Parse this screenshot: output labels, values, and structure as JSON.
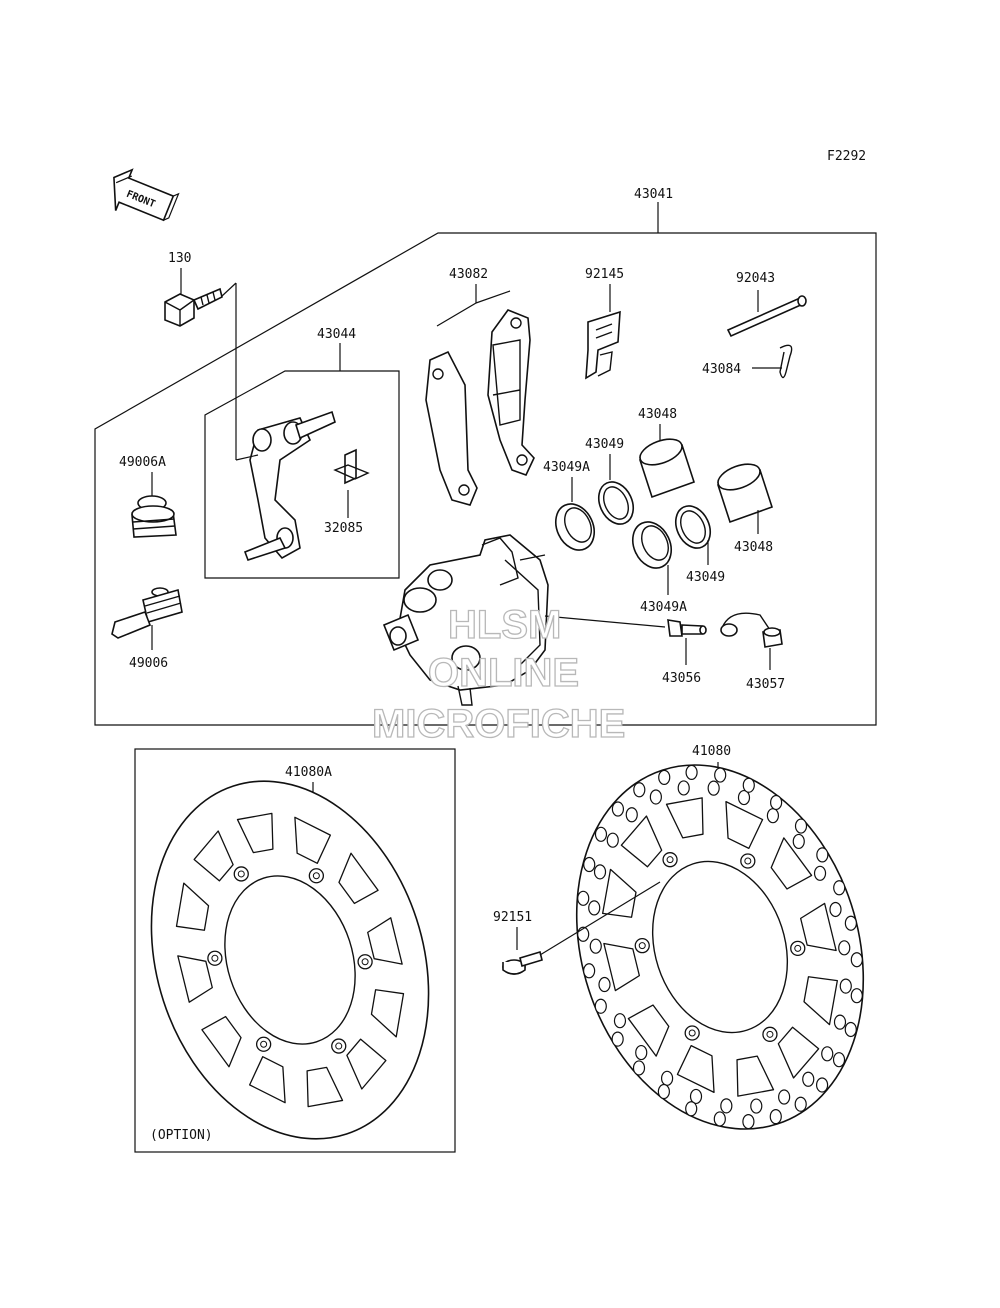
{
  "figure_code": "F2292",
  "front_label": "FRONT",
  "option_label": "(OPTION)",
  "watermark": [
    "HLSM",
    "ONLINE",
    "MICROFICHE"
  ],
  "parts": {
    "p43041": "43041",
    "p130": "130",
    "p43082": "43082",
    "p92145": "92145",
    "p92043": "92043",
    "p43084": "43084",
    "p43044": "43044",
    "p49006A": "49006A",
    "p32085": "32085",
    "p43048a": "43048",
    "p43049a": "43049",
    "p43049Aa": "43049A",
    "p43048b": "43048",
    "p43049b": "43049",
    "p43049Ab": "43049A",
    "p49006": "49006",
    "p43056": "43056",
    "p43057": "43057",
    "p41080A": "41080A",
    "p41080": "41080",
    "p92151": "92151"
  }
}
